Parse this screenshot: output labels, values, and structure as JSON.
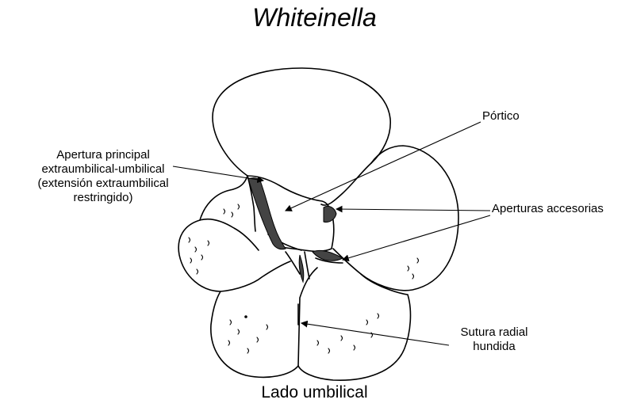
{
  "title": "Whiteinella",
  "caption": "Lado umbilical",
  "labels": {
    "portico": "Pórtico",
    "apertura_principal": [
      "Apertura principal",
      "extraumbilical-umbilical",
      "(extensión extraumbilical",
      "restringido)"
    ],
    "aperturas_accesorias": "Aperturas accesorias",
    "sutura_radial": [
      "Sutura radial",
      "hundida"
    ]
  },
  "colors": {
    "line": "#000000",
    "shading": "#555555",
    "background": "#ffffff"
  }
}
